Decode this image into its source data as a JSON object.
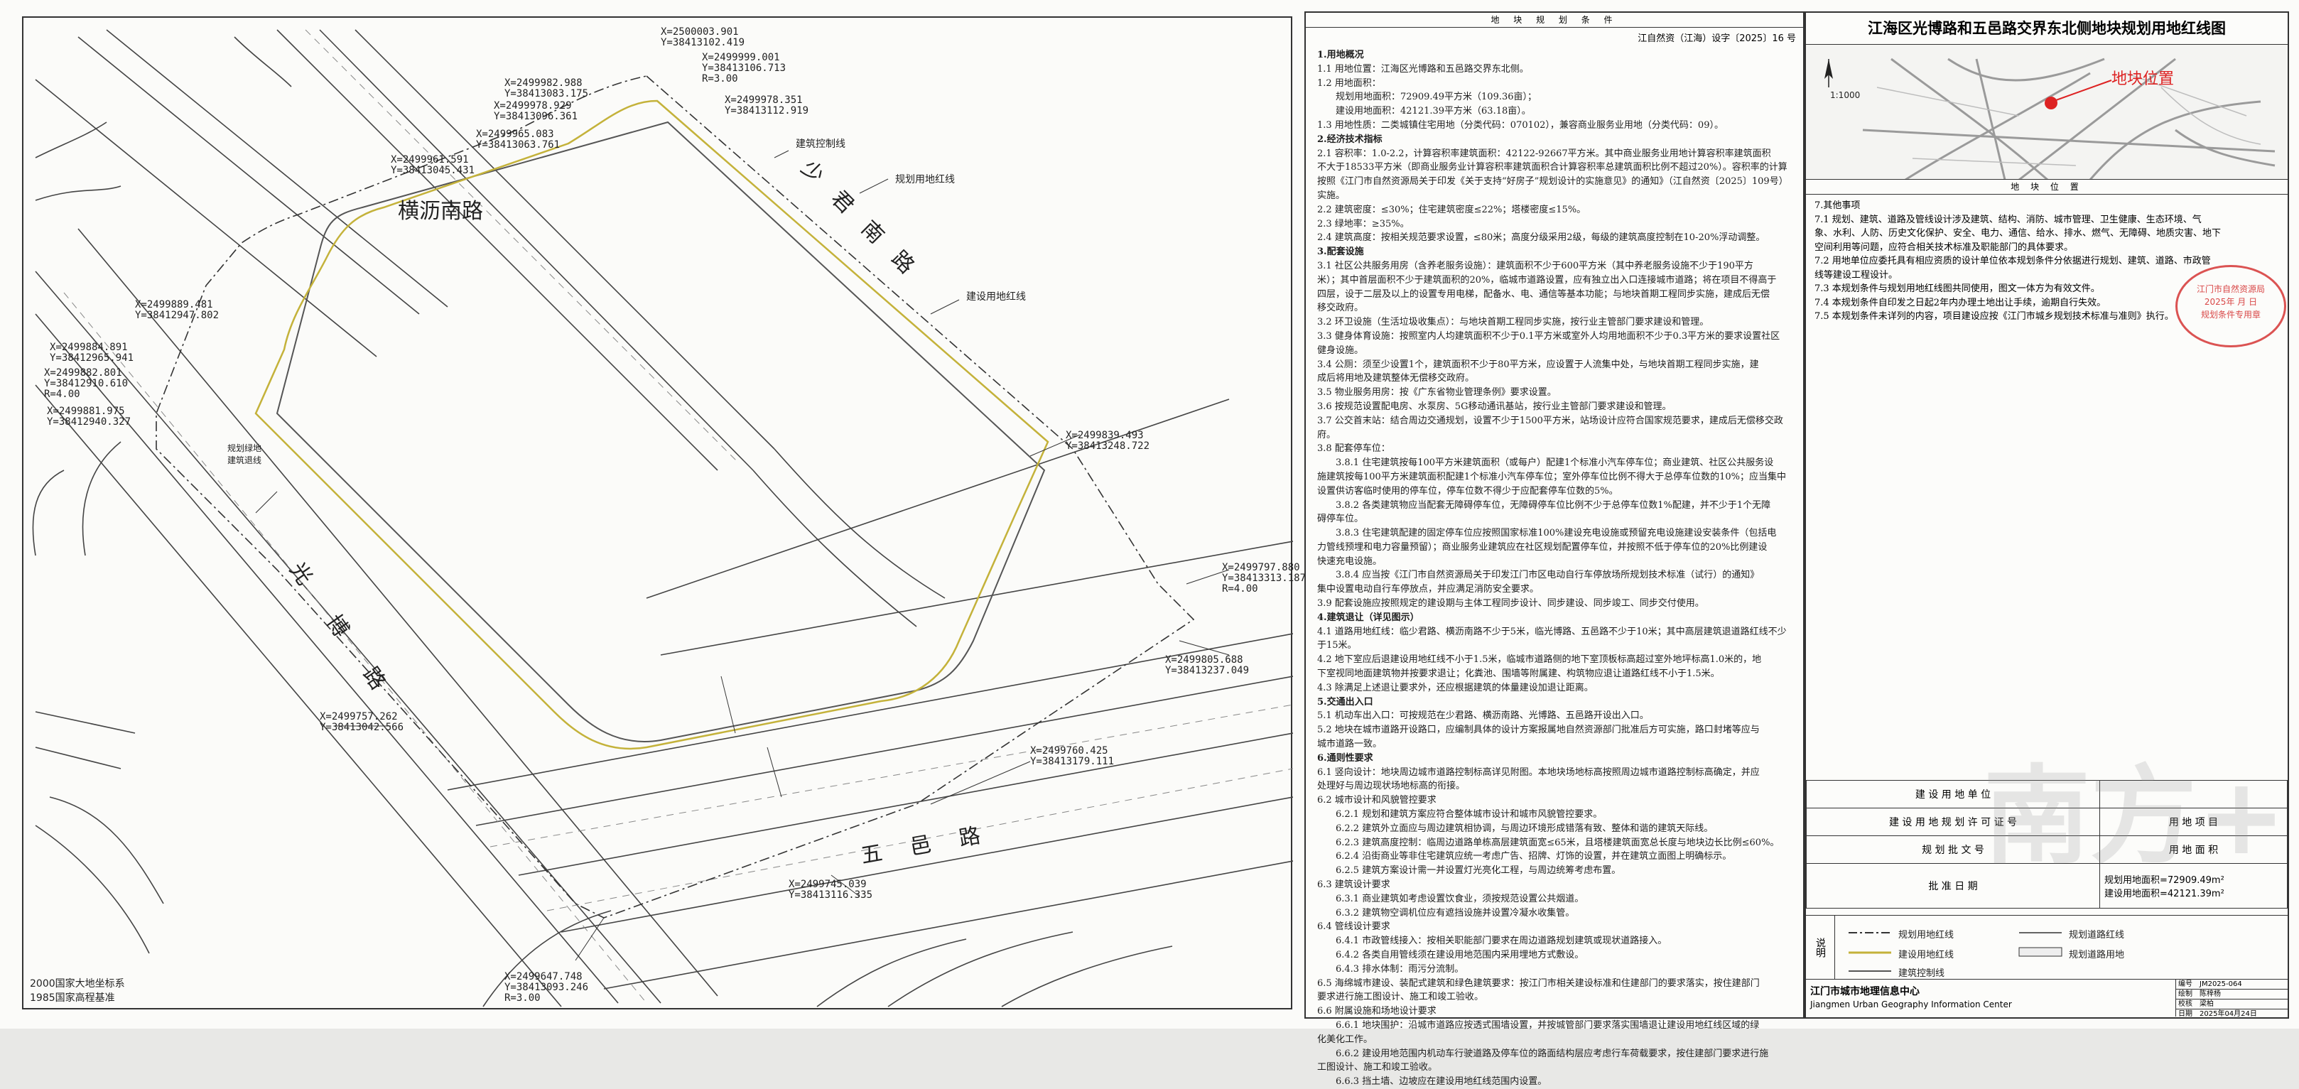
{
  "drawing": {
    "datum_1": "2000国家大地坐标系",
    "datum_2": "1985国家高程基准"
  },
  "roads": {
    "hengli_name": "横沥南路",
    "xiaojun_name": "少君南路",
    "guangbo_name": "光博路",
    "wuyi_name": "五邑路",
    "label_building_line": "建筑控制线",
    "label_planning_red_line": "规划用地红线",
    "label_construction_red_line": "建设用地红线",
    "label_green_note": "规划绿地\n建筑退线"
  },
  "coords": [
    "X=2500003.901\nY=38413102.419",
    "X=2499999.001\nY=38413106.713\nR=3.00",
    "X=2499982.988\nY=38413083.175",
    "X=2499978.929\nY=38413096.361",
    "X=2499978.351\nY=38413112.919",
    "X=2499965.083\nY=38413063.761",
    "X=2499961.591\nY=38413045.431",
    "X=2499889.481\nY=38412947.802",
    "X=2499884.891\nY=38412965.941",
    "X=2499882.801\nY=38412910.610\nR=4.00",
    "X=2499881.975\nY=38412940.327",
    "X=2499839.493\nY=38413248.722",
    "X=2499797.880\nY=38413313.187\nR=4.00",
    "X=2499805.688\nY=38413237.049",
    "X=2499757.262\nY=38413042.566",
    "X=2499760.425\nY=38413179.111",
    "X=2499745.039\nY=38413116.335",
    "X=2499647.748\nY=38413093.246\nR=3.00"
  ],
  "conditions": {
    "head": "地 块 规 划 条 件",
    "doc_no": "江自然资（江海）设字〔2025〕16 号",
    "lines": [
      {
        "t": "1.用地概况",
        "h": true
      },
      {
        "t": "1.1 用地位置：江海区光博路和五邑路交界东北侧。"
      },
      {
        "t": "1.2 用地面积："
      },
      {
        "t": "　　规划用地面积：72909.49平方米（109.36亩）；"
      },
      {
        "t": "　　建设用地面积：42121.39平方米（63.18亩）。"
      },
      {
        "t": "1.3 用地性质：二类城镇住宅用地（分类代码：070102），兼容商业服务业用地（分类代码：09）。"
      },
      {
        "t": "2.经济技术指标",
        "h": true
      },
      {
        "t": "2.1 容积率：1.0-2.2，计算容积率建筑面积：42122-92667平方米。其中商业服务业用地计算容积率建筑面积"
      },
      {
        "t": "不大于18533平方米（即商业服务业计算容积率建筑面积合计算容积率总建筑面积比例不超过20%）。容积率的计算"
      },
      {
        "t": "按照《江门市自然资源局关于印发《关于支持“好房子”规划设计的实施意见》的通知》（江自然资〔2025〕109号）"
      },
      {
        "t": "实施。"
      },
      {
        "t": "2.2 建筑密度：≤30%；住宅建筑密度≤22%；塔楼密度≤15%。"
      },
      {
        "t": "2.3 绿地率：≥35%。"
      },
      {
        "t": "2.4 建筑高度：按相关规范要求设置，≤80米；高度分级采用2级，每级的建筑高度控制在10-20%浮动调整。"
      },
      {
        "t": "3.配套设施",
        "h": true
      },
      {
        "t": "3.1 社区公共服务用房（含养老服务设施）：建筑面积不少于600平方米（其中养老服务设施不少于190平方"
      },
      {
        "t": "米）；其中首层面积不少于建筑面积的20%，临城市道路设置，应有独立出入口连接城市道路；将在项目不得高于"
      },
      {
        "t": "四层，设于二层及以上的设置专用电梯，配备水、电、通信等基本功能；与地块首期工程同步实施，建成后无偿"
      },
      {
        "t": "移交政府。"
      },
      {
        "t": "3.2 环卫设施（生活垃圾收集点）：与地块首期工程同步实施，按行业主管部门要求建设和管理。"
      },
      {
        "t": "3.3 健身体育设施：按照室内人均建筑面积不少于0.1平方米或室外人均用地面积不少于0.3平方米的要求设置社区"
      },
      {
        "t": "健身设施。"
      },
      {
        "t": "3.4 公厕：须至少设置1个，建筑面积不少于80平方米，应设置于人流集中处，与地块首期工程同步实施，建"
      },
      {
        "t": "成后将用地及建筑整体无偿移交政府。"
      },
      {
        "t": "3.5 物业服务用房：按《广东省物业管理条例》要求设置。"
      },
      {
        "t": "3.6 按规范设置配电房、水泵房、5G移动通讯基站，按行业主管部门要求建设和管理。"
      },
      {
        "t": "3.7 公交首末站：结合周边交通规划，设置不少于1500平方米，站场设计应符合国家规范要求，建成后无偿移交政府。"
      },
      {
        "t": "3.8 配套停车位："
      },
      {
        "t": "　　3.8.1 住宅建筑按每100平方米建筑面积（或每户）配建1个标准小汽车停车位；商业建筑、社区公共服务设"
      },
      {
        "t": "施建筑按每100平方米建筑面积配建1个标准小汽车停车位；室外停车位比例不得大于总停车位数的10%；应当集中"
      },
      {
        "t": "设置供访客临时使用的停车位，停车位数不得少于应配套停车位数的5%。"
      },
      {
        "t": "　　3.8.2 各类建筑物应当配套无障碍停车位，无障碍停车位比例不少于总停车位数1%配建，并不少于1个无障"
      },
      {
        "t": "碍停车位。"
      },
      {
        "t": "　　3.8.3 住宅建筑配建的固定停车位应按照国家标准100%建设充电设施或预留充电设施建设安装条件（包括电"
      },
      {
        "t": "力管线预埋和电力容量预留）；商业服务业建筑应在社区规划配置停车位，并按照不低于停车位的20%比例建设"
      },
      {
        "t": "快速充电设施。"
      },
      {
        "t": "　　3.8.4 应当按《江门市自然资源局关于印发江门市区电动自行车停放场所规划技术标准（试行）的通知》"
      },
      {
        "t": "集中设置电动自行车停放点，并应满足消防安全要求。"
      },
      {
        "t": "3.9 配套设施应按照规定的建设期与主体工程同步设计、同步建设、同步竣工、同步交付使用。"
      },
      {
        "t": "4.建筑退让（详见图示）",
        "h": true
      },
      {
        "t": "4.1 道路用地红线：临少君路、横沥南路不少于5米，临光博路、五邑路不少于10米；其中高层建筑退道路红线不少"
      },
      {
        "t": "于15米。"
      },
      {
        "t": "4.2 地下室应后退建设用地红线不小于1.5米，临城市道路侧的地下室顶板标高超过室外地坪标高1.0米的，地"
      },
      {
        "t": "下室视同地面建筑物并按要求退让；化粪池、围墙等附属建、构筑物应退让道路红线不小于1.5米。"
      },
      {
        "t": "4.3 除满足上述退让要求外，还应根据建筑的体量建设加退让距离。"
      },
      {
        "t": "5.交通出入口",
        "h": true
      },
      {
        "t": "5.1 机动车出入口：可按规范在少君路、横沥南路、光博路、五邑路开设出入口。"
      },
      {
        "t": "5.2 地块在城市道路开设路口，应编制具体的设计方案报属地自然资源部门批准后方可实施，路口封堵等应与"
      },
      {
        "t": "城市道路一致。"
      },
      {
        "t": "6.通则性要求",
        "h": true
      },
      {
        "t": "6.1 竖向设计：地块周边城市道路控制标高详见附图。本地块场地标高按照周边城市道路控制标高确定，并应"
      },
      {
        "t": "处理好与周边现状场地标高的衔接。"
      },
      {
        "t": "6.2 城市设计和风貌管控要求"
      },
      {
        "t": "　　6.2.1 规划和建筑方案应符合整体城市设计和城市风貌管控要求。"
      },
      {
        "t": "　　6.2.2 建筑外立面应与周边建筑相协调，与周边环境形成错落有致、整体和谐的建筑天际线。"
      },
      {
        "t": "　　6.2.3 建筑高度控制：临周边道路单栋高层建筑面宽≤65米，且塔楼建筑面宽总长度与地块边长比例≤60%。"
      },
      {
        "t": "　　6.2.4 沿街商业等非住宅建筑应统一考虑广告、招牌、灯饰的设置，并在建筑立面图上明确标示。"
      },
      {
        "t": "　　6.2.5 建筑方案设计需一并设置灯光亮化工程，与周边统筹考虑布置。"
      },
      {
        "t": "6.3 建筑设计要求"
      },
      {
        "t": "　　6.3.1 商业建筑如考虑设置饮食业，须按规范设置公共烟道。"
      },
      {
        "t": "　　6.3.2 建筑物空调机位应有遮挡设施并设置冷凝水收集管。"
      },
      {
        "t": "6.4 管线设计要求"
      },
      {
        "t": "　　6.4.1 市政管线接入：按相关职能部门要求在周边道路规划建筑或现状道路接入。"
      },
      {
        "t": "　　6.4.2 各类自用管线须在建设用地范围内采用埋地方式敷设。"
      },
      {
        "t": "　　6.4.3 排水体制：雨污分流制。"
      },
      {
        "t": "6.5 海绵城市建设、装配式建筑和绿色建筑要求：按江门市相关建设标准和住建部门的要求落实，按住建部门"
      },
      {
        "t": "要求进行施工图设计、施工和竣工验收。"
      },
      {
        "t": "6.6 附属设施和场地设计要求"
      },
      {
        "t": "　　6.6.1 地块围护：沿城市道路应按透式围墙设置，并按城管部门要求落实围墙退让建设用地红线区域的绿"
      },
      {
        "t": "化美化工作。"
      },
      {
        "t": "　　6.6.2 建设用地范围内机动车行驶道路及停车位的路面结构层应考虑行车荷载要求，按住建部门要求进行施"
      },
      {
        "t": "工图设计、施工和竣工验收。"
      },
      {
        "t": "　　6.6.3 挡土墙、边坡应在建设用地红线范围内设置。"
      }
    ]
  },
  "info": {
    "title": "江海区光博路和五邑路交界东北侧地块规划用地红线图",
    "scale": "1:1000",
    "location_label": "地块位置",
    "location_caption": "地 块 位 置",
    "notes": [
      {
        "t": "7.其他事项",
        "h": true
      },
      {
        "t": "7.1 规划、建筑、道路及管线设计涉及建筑、结构、消防、城市管理、卫生健康、生态环境、气"
      },
      {
        "t": "象、水利、人防、历史文化保护、安全、电力、通信、给水、排水、燃气、无障碍、地质灾害、地下"
      },
      {
        "t": "空间利用等问题，应符合相关技术标准及职能部门的具体要求。"
      },
      {
        "t": "7.2 用地单位应委托具有相应资质的设计单位依本规划条件分依据进行规划、建筑、道路、市政管"
      },
      {
        "t": "线等建设工程设计。"
      },
      {
        "t": "7.3 本规划条件与规划用地红线图共同使用，图文一体方为有效文件。"
      },
      {
        "t": "7.4 本规划条件自印发之日起2年内办理土地出让手续，逾期自行失效。"
      },
      {
        "t": "7.5 本规划条件未详列的内容，项目建设应按《江门市城乡规划技术标准与准则》执行。"
      }
    ],
    "stamp_text": "江门市自然资源局\n2025年 月 日\n规划条件专用章",
    "table": [
      {
        "label": "建 设 用 地 单 位",
        "value": ""
      },
      {
        "label": "建 设 用 地 规 划 许 可 证 号",
        "value": "用 地 项 目"
      },
      {
        "label": "规 划 批 文 号",
        "value": "用 地 面 积"
      },
      {
        "label": "批 准 日 期",
        "value": "规划用地面积=72909.49m²\n建设用地面积=42121.39m²"
      }
    ],
    "legend_title": "说明",
    "legend_items": [
      "规划用地红线",
      "规划道路红线",
      "建设用地红线",
      "规划道路用地",
      "建筑控制线"
    ],
    "footer_cn": "江门市城市地理信息中心",
    "footer_en": "Jiangmen Urban Geography Information Center",
    "footer_rows": [
      {
        "k": "编号",
        "v": "JM2025-064"
      },
      {
        "k": "绘制",
        "v": "陈梓杨"
      },
      {
        "k": "校核",
        "v": "梁柏"
      },
      {
        "k": "日期",
        "v": "2025年04月24日"
      }
    ],
    "watermark": "南方+"
  }
}
